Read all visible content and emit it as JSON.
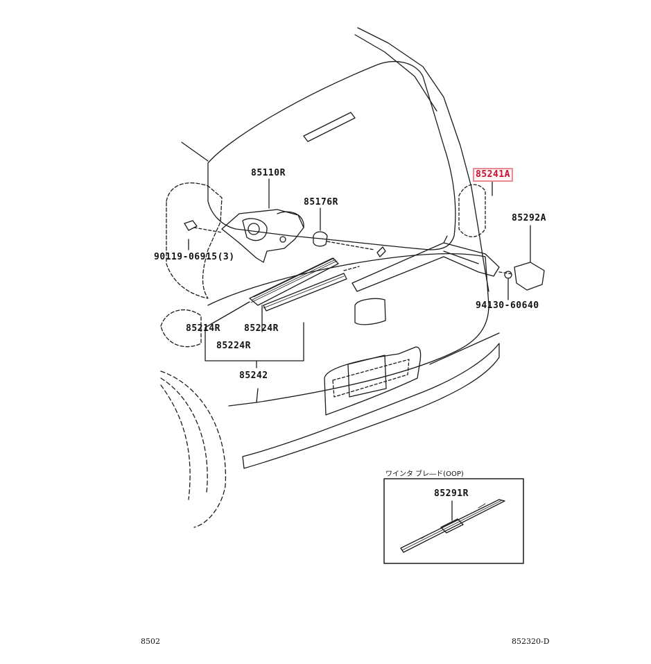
{
  "parts": {
    "motor": "85110R",
    "cap_85176": "85176R",
    "bolt": "90119-06915(3)",
    "arm": "85241A",
    "cover": "85292A",
    "nut": "94130-60640",
    "blade_85214": "85214R",
    "rubber_85224_right": "85224R",
    "rubber_85224_left": "85224R",
    "assembly": "85242",
    "inset_blade": "85291R"
  },
  "inset": {
    "caption": "ワインタ ブレ―ド(OOP)"
  },
  "footer": {
    "left_code": "8502",
    "right_code": "852320-D"
  },
  "highlight": {
    "part": "85241A",
    "color": "#c8102e"
  }
}
